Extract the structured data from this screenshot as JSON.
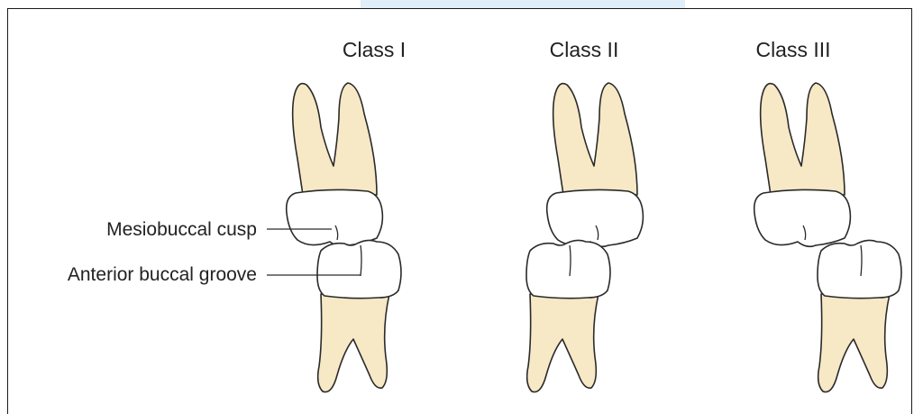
{
  "classes": [
    {
      "label": "Class I"
    },
    {
      "label": "Class II"
    },
    {
      "label": "Class III"
    }
  ],
  "labels": {
    "mesiobuccal_cusp": "Mesiobuccal cusp",
    "anterior_buccal_groove": "Anterior buccal groove"
  },
  "colors": {
    "root": "#f7e8c6",
    "crown": "#ffffff",
    "outline": "#2a2a2a",
    "watermark": "#dfeef8"
  }
}
